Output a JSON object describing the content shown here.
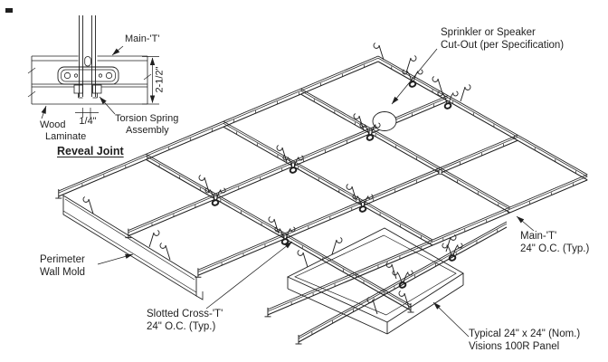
{
  "colors": {
    "line": "#1f1f1f",
    "background": "#ffffff"
  },
  "reveal_detail": {
    "title": "Reveal Joint",
    "main_t_label": "Main-'T'",
    "height_dim": "2-1/2\"",
    "gap_dim": "1/4\"",
    "torsion_label_line1": "Torsion Spring",
    "torsion_label_line2": "Assembly",
    "wood_label_line1": "Wood",
    "wood_label_line2": "Laminate"
  },
  "iso_view": {
    "sprinkler_label_line1": "Sprinkler or Speaker",
    "sprinkler_label_line2": "Cut-Out (per Specification)",
    "perimeter_label_line1": "Perimeter",
    "perimeter_label_line2": "Wall Mold",
    "cross_t_label_line1": "Slotted Cross-'T'",
    "cross_t_label_line2": "24\" O.C. (Typ.)",
    "main_t_label_line1": "Main-'T'",
    "main_t_label_line2": "24\" O.C. (Typ.)",
    "panel_label_line1": "Typical 24\" x 24\" (Nom.)",
    "panel_label_line2": "Visions 100R Panel"
  }
}
